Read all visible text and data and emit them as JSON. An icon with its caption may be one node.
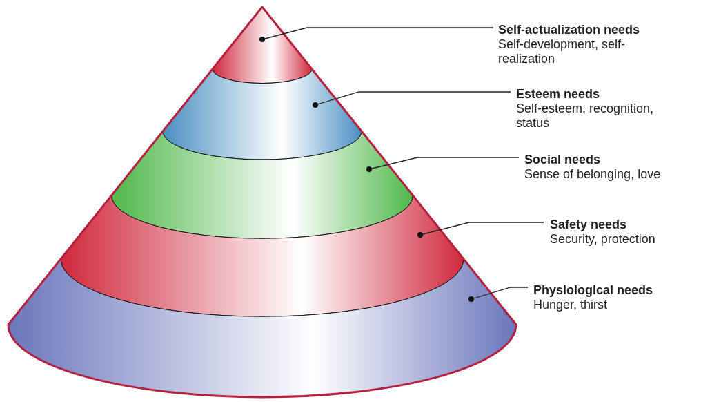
{
  "diagram": {
    "nodes": [
      {
        "text": [],
        "shape": "band"
      },
      {
        "text": [],
        "shape": "band"
      },
      {
        "text": [],
        "shape": "band"
      },
      {
        "text": [],
        "shape": "band"
      },
      {
        "text": [],
        "shape": "band"
      },
      {
        "text": [
          "Self-actualization needs",
          "Self-development, self-realization"
        ]
      },
      {
        "text": [
          "Esteem needs",
          "Self-esteem, recognition, status"
        ]
      },
      {
        "text": [
          "Social needs",
          "Sense of belonging, love"
        ]
      },
      {
        "text": [
          "Safety needs",
          "Security, protection"
        ]
      },
      {
        "text": [
          "Physiological needs",
          "Hunger, thirst"
        ]
      }
    ],
    "edges": [
      {
        "from": 5,
        "to": 0,
        "arrow": "other"
      },
      {
        "from": 6,
        "to": 1,
        "arrow": "other"
      },
      {
        "from": 7,
        "to": 2,
        "arrow": "other"
      },
      {
        "from": 8,
        "to": 3,
        "arrow": "other"
      },
      {
        "from": 9,
        "to": 4,
        "arrow": "other"
      }
    ]
  }
}
